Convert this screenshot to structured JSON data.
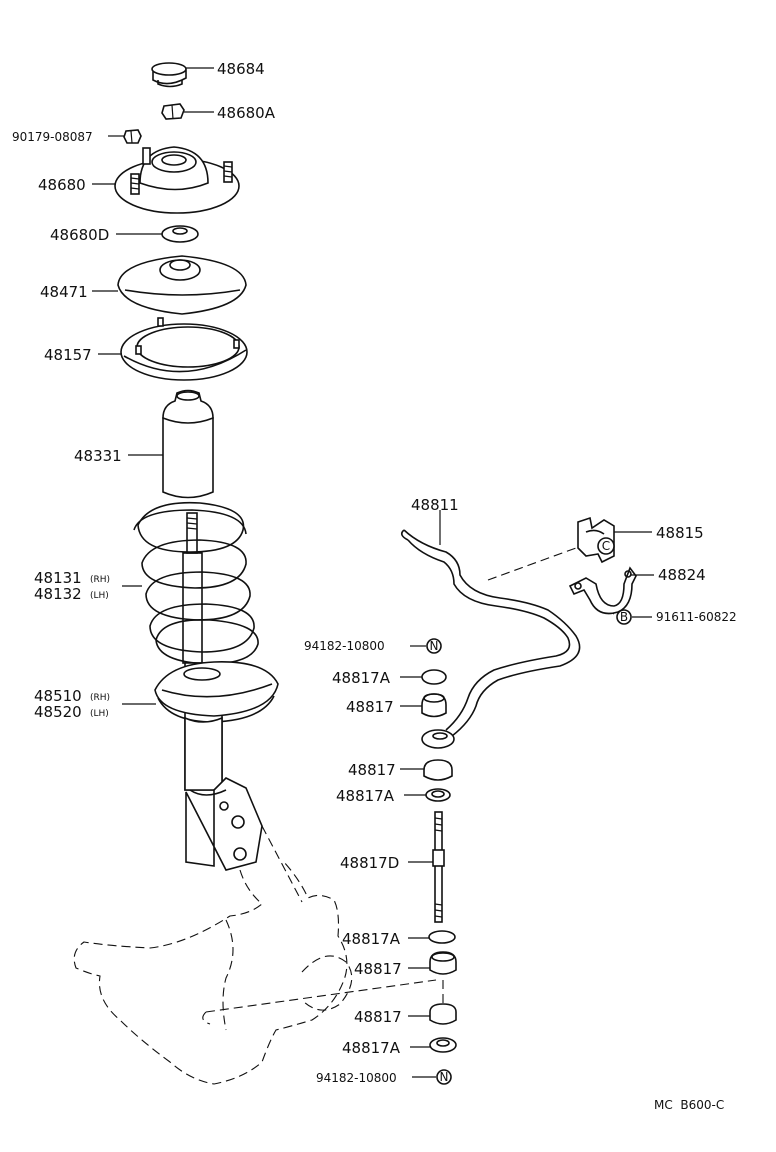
{
  "diagram": {
    "code": "MC  B600-C",
    "parts": [
      {
        "id": "p48684",
        "number": "48684"
      },
      {
        "id": "p48680A",
        "number": "48680A"
      },
      {
        "id": "p90179",
        "number": "90179-08087"
      },
      {
        "id": "p48680",
        "number": "48680"
      },
      {
        "id": "p48680D",
        "number": "48680D"
      },
      {
        "id": "p48471",
        "number": "48471"
      },
      {
        "id": "p48157",
        "number": "48157"
      },
      {
        "id": "p48331",
        "number": "48331"
      },
      {
        "id": "p48131",
        "number": "48131",
        "side": "(RH)"
      },
      {
        "id": "p48132",
        "number": "48132",
        "side": "(LH)"
      },
      {
        "id": "p48510",
        "number": "48510",
        "side": "(RH)"
      },
      {
        "id": "p48520",
        "number": "48520",
        "side": "(LH)"
      },
      {
        "id": "p48811",
        "number": "48811"
      },
      {
        "id": "p48815",
        "number": "48815"
      },
      {
        "id": "p48824",
        "number": "48824"
      },
      {
        "id": "p91611",
        "number": "91611-60822",
        "marker": "B"
      },
      {
        "id": "p94182a",
        "number": "94182-10800",
        "marker": "N"
      },
      {
        "id": "p48817Aa",
        "number": "48817A"
      },
      {
        "id": "p48817a",
        "number": "48817"
      },
      {
        "id": "p48817b",
        "number": "48817"
      },
      {
        "id": "p48817Ab",
        "number": "48817A"
      },
      {
        "id": "p48817D",
        "number": "48817D"
      },
      {
        "id": "p48817Ac",
        "number": "48817A"
      },
      {
        "id": "p48817c",
        "number": "48817"
      },
      {
        "id": "p48817d",
        "number": "48817"
      },
      {
        "id": "p48817Ad",
        "number": "48817A"
      },
      {
        "id": "p94182b",
        "number": "94182-10800",
        "marker": "N"
      }
    ],
    "bushing_marker": "C"
  }
}
